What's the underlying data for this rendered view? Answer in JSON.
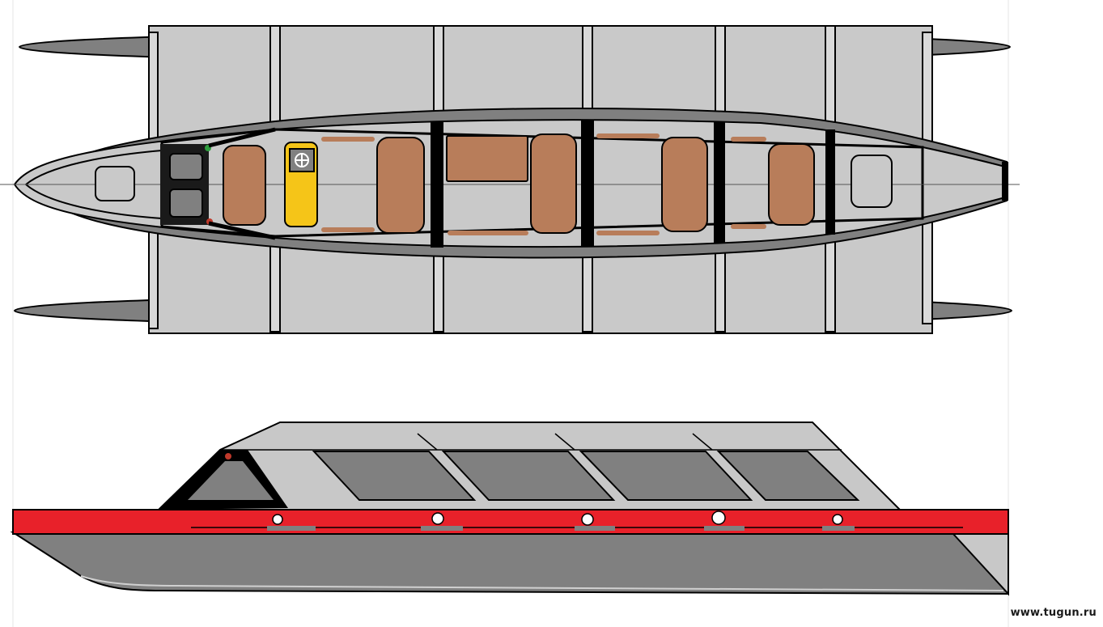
{
  "watermark": "www.tugun.ru",
  "colors": {
    "deck": "#c9c9c9",
    "hull_dark": "#808080",
    "outline": "#000000",
    "seat": "#b87d5a",
    "helm_seat": "#f5c518",
    "hull_stripe": "#e8212a",
    "window": "#808080",
    "cabin_roof": "#c8c8c8"
  },
  "views": {
    "top": "top-plan-view",
    "side": "side-elevation-view"
  }
}
